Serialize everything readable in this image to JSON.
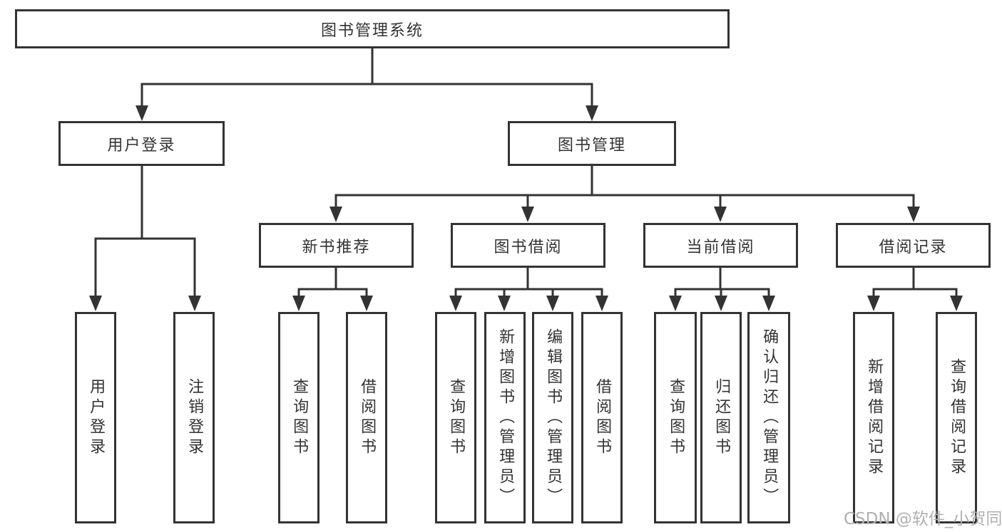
{
  "diagram": {
    "root": "图书管理系统",
    "level2": {
      "user_login": "用户登录",
      "book_management": "图书管理"
    },
    "level3": {
      "new_book_recommend": "新书推荐",
      "book_borrow": "图书借阅",
      "current_borrow": "当前借阅",
      "borrow_records": "借阅记录"
    },
    "leaves": {
      "user_login": [
        "用户登录",
        "注销登录"
      ],
      "new_book_recommend": [
        "查询图书",
        "借阅图书"
      ],
      "book_borrow": [
        "查询图书",
        "新增图书（管理员）",
        "编辑图书（管理员）",
        "借阅图书"
      ],
      "current_borrow": [
        "查询图书",
        "归还图书",
        "确认归还（管理员）"
      ],
      "borrow_records": [
        "新增借阅记录",
        "查询借阅记录"
      ]
    }
  },
  "watermark": "CSDN @软件_小贺同学",
  "colors": {
    "line": "#333333",
    "text": "#333333",
    "watermark": "#b0b0b0",
    "background": "#ffffff"
  }
}
